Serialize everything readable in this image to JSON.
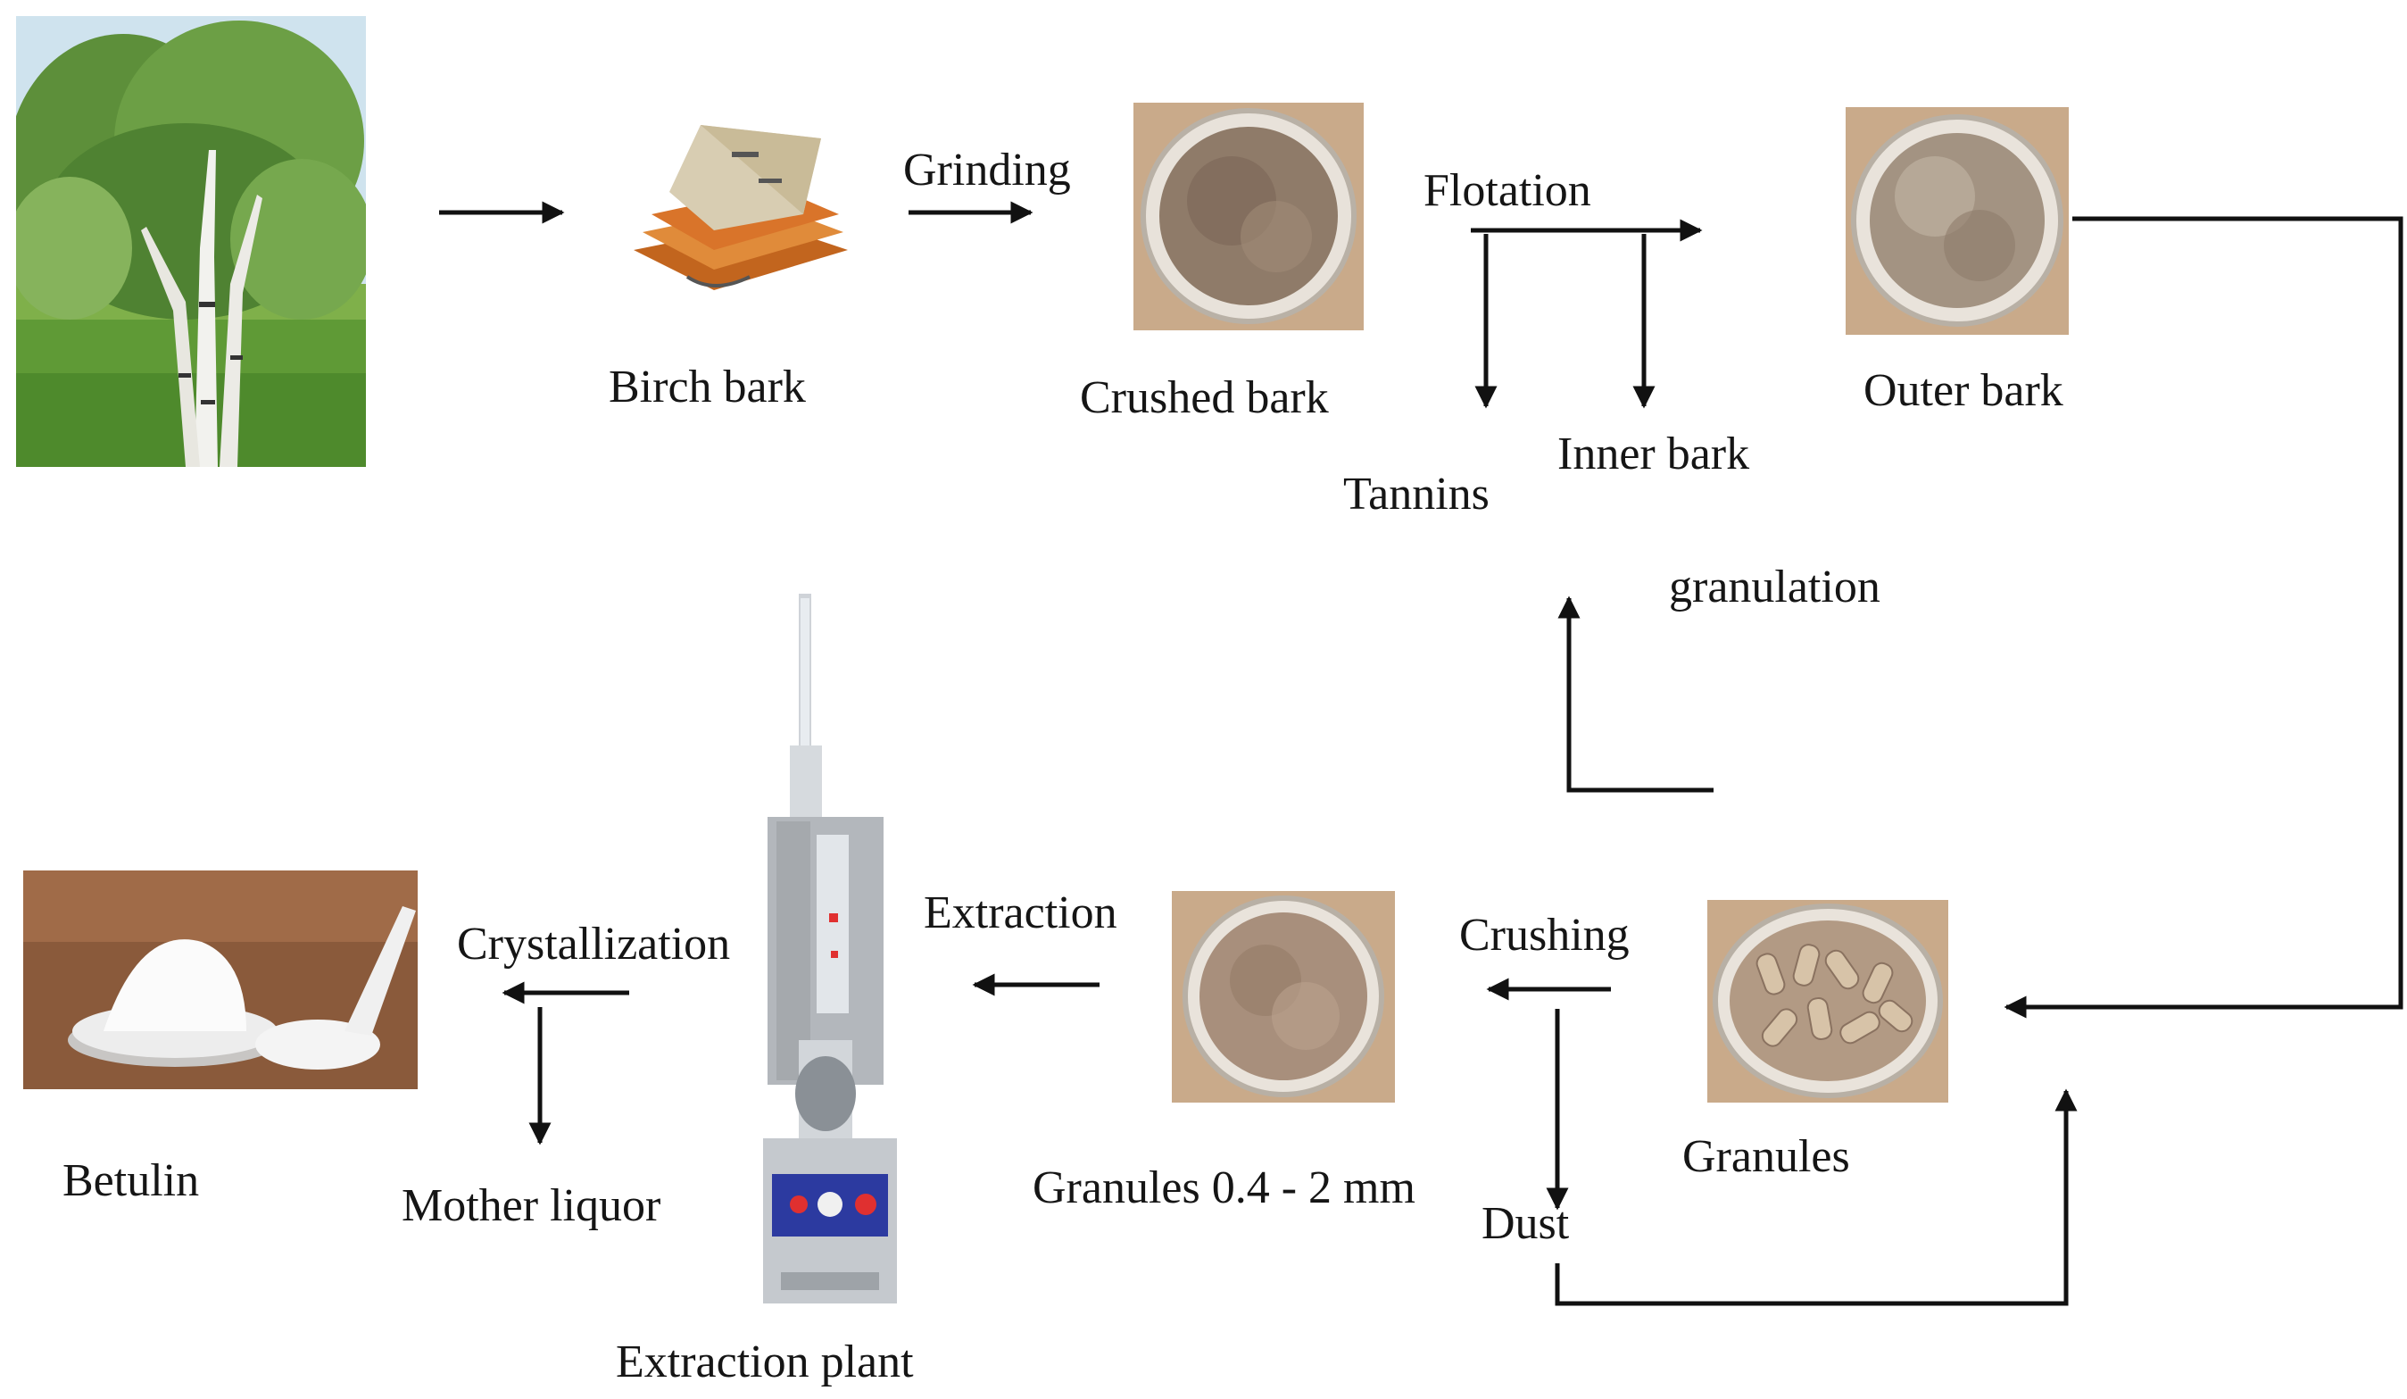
{
  "labels": {
    "birch_bark": "Birch bark",
    "grinding": "Grinding",
    "crushed_bark": "Crushed bark",
    "flotation": "Flotation",
    "tannins": "Tannins",
    "inner_bark": "Inner bark",
    "outer_bark": "Outer bark",
    "granulation": "granulation",
    "betulin": "Betulin",
    "crystallization": "Crystallization",
    "mother_liquor": "Mother liquor",
    "extraction": "Extraction",
    "extraction_plant": "Extraction plant",
    "granules_sized": "Granules 0.4 - 2 mm",
    "crushing": "Crushing",
    "granules": "Granules",
    "dust": "Dust"
  },
  "images": {
    "birch_tree": "birch-tree-photo",
    "birch_bark": "birch-bark-sheets-photo",
    "crushed_bark": "crushed-bark-dish-photo",
    "outer_bark": "outer-bark-dish-photo",
    "granules": "granules-dish-photo",
    "granules_sized": "sized-granules-dish-photo",
    "extraction_plant": "extraction-apparatus-photo",
    "betulin": "betulin-powder-photo"
  },
  "colors": {
    "arrow": "#111111",
    "text": "#151515"
  }
}
